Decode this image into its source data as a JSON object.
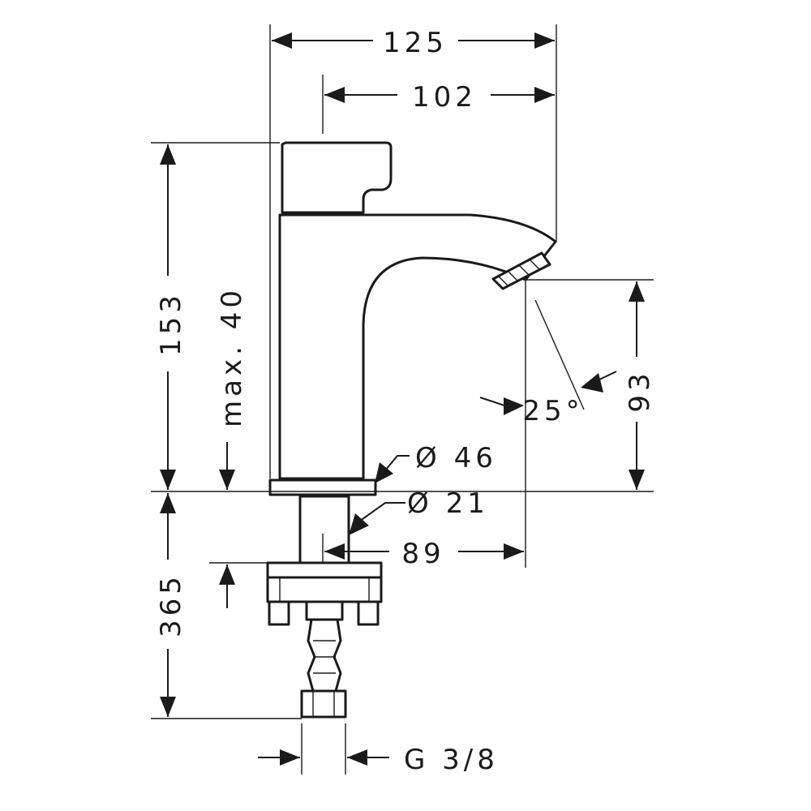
{
  "dimensions": {
    "width_total": "125",
    "width_spout": "102",
    "height_total": "153",
    "max_thickness": "max. 40",
    "spout_height": "93",
    "angle": "25°",
    "base_diameter": "Ø 46",
    "shank_diameter": "Ø 21",
    "projection": "89",
    "shank_length": "365",
    "thread": "G 3/8"
  }
}
